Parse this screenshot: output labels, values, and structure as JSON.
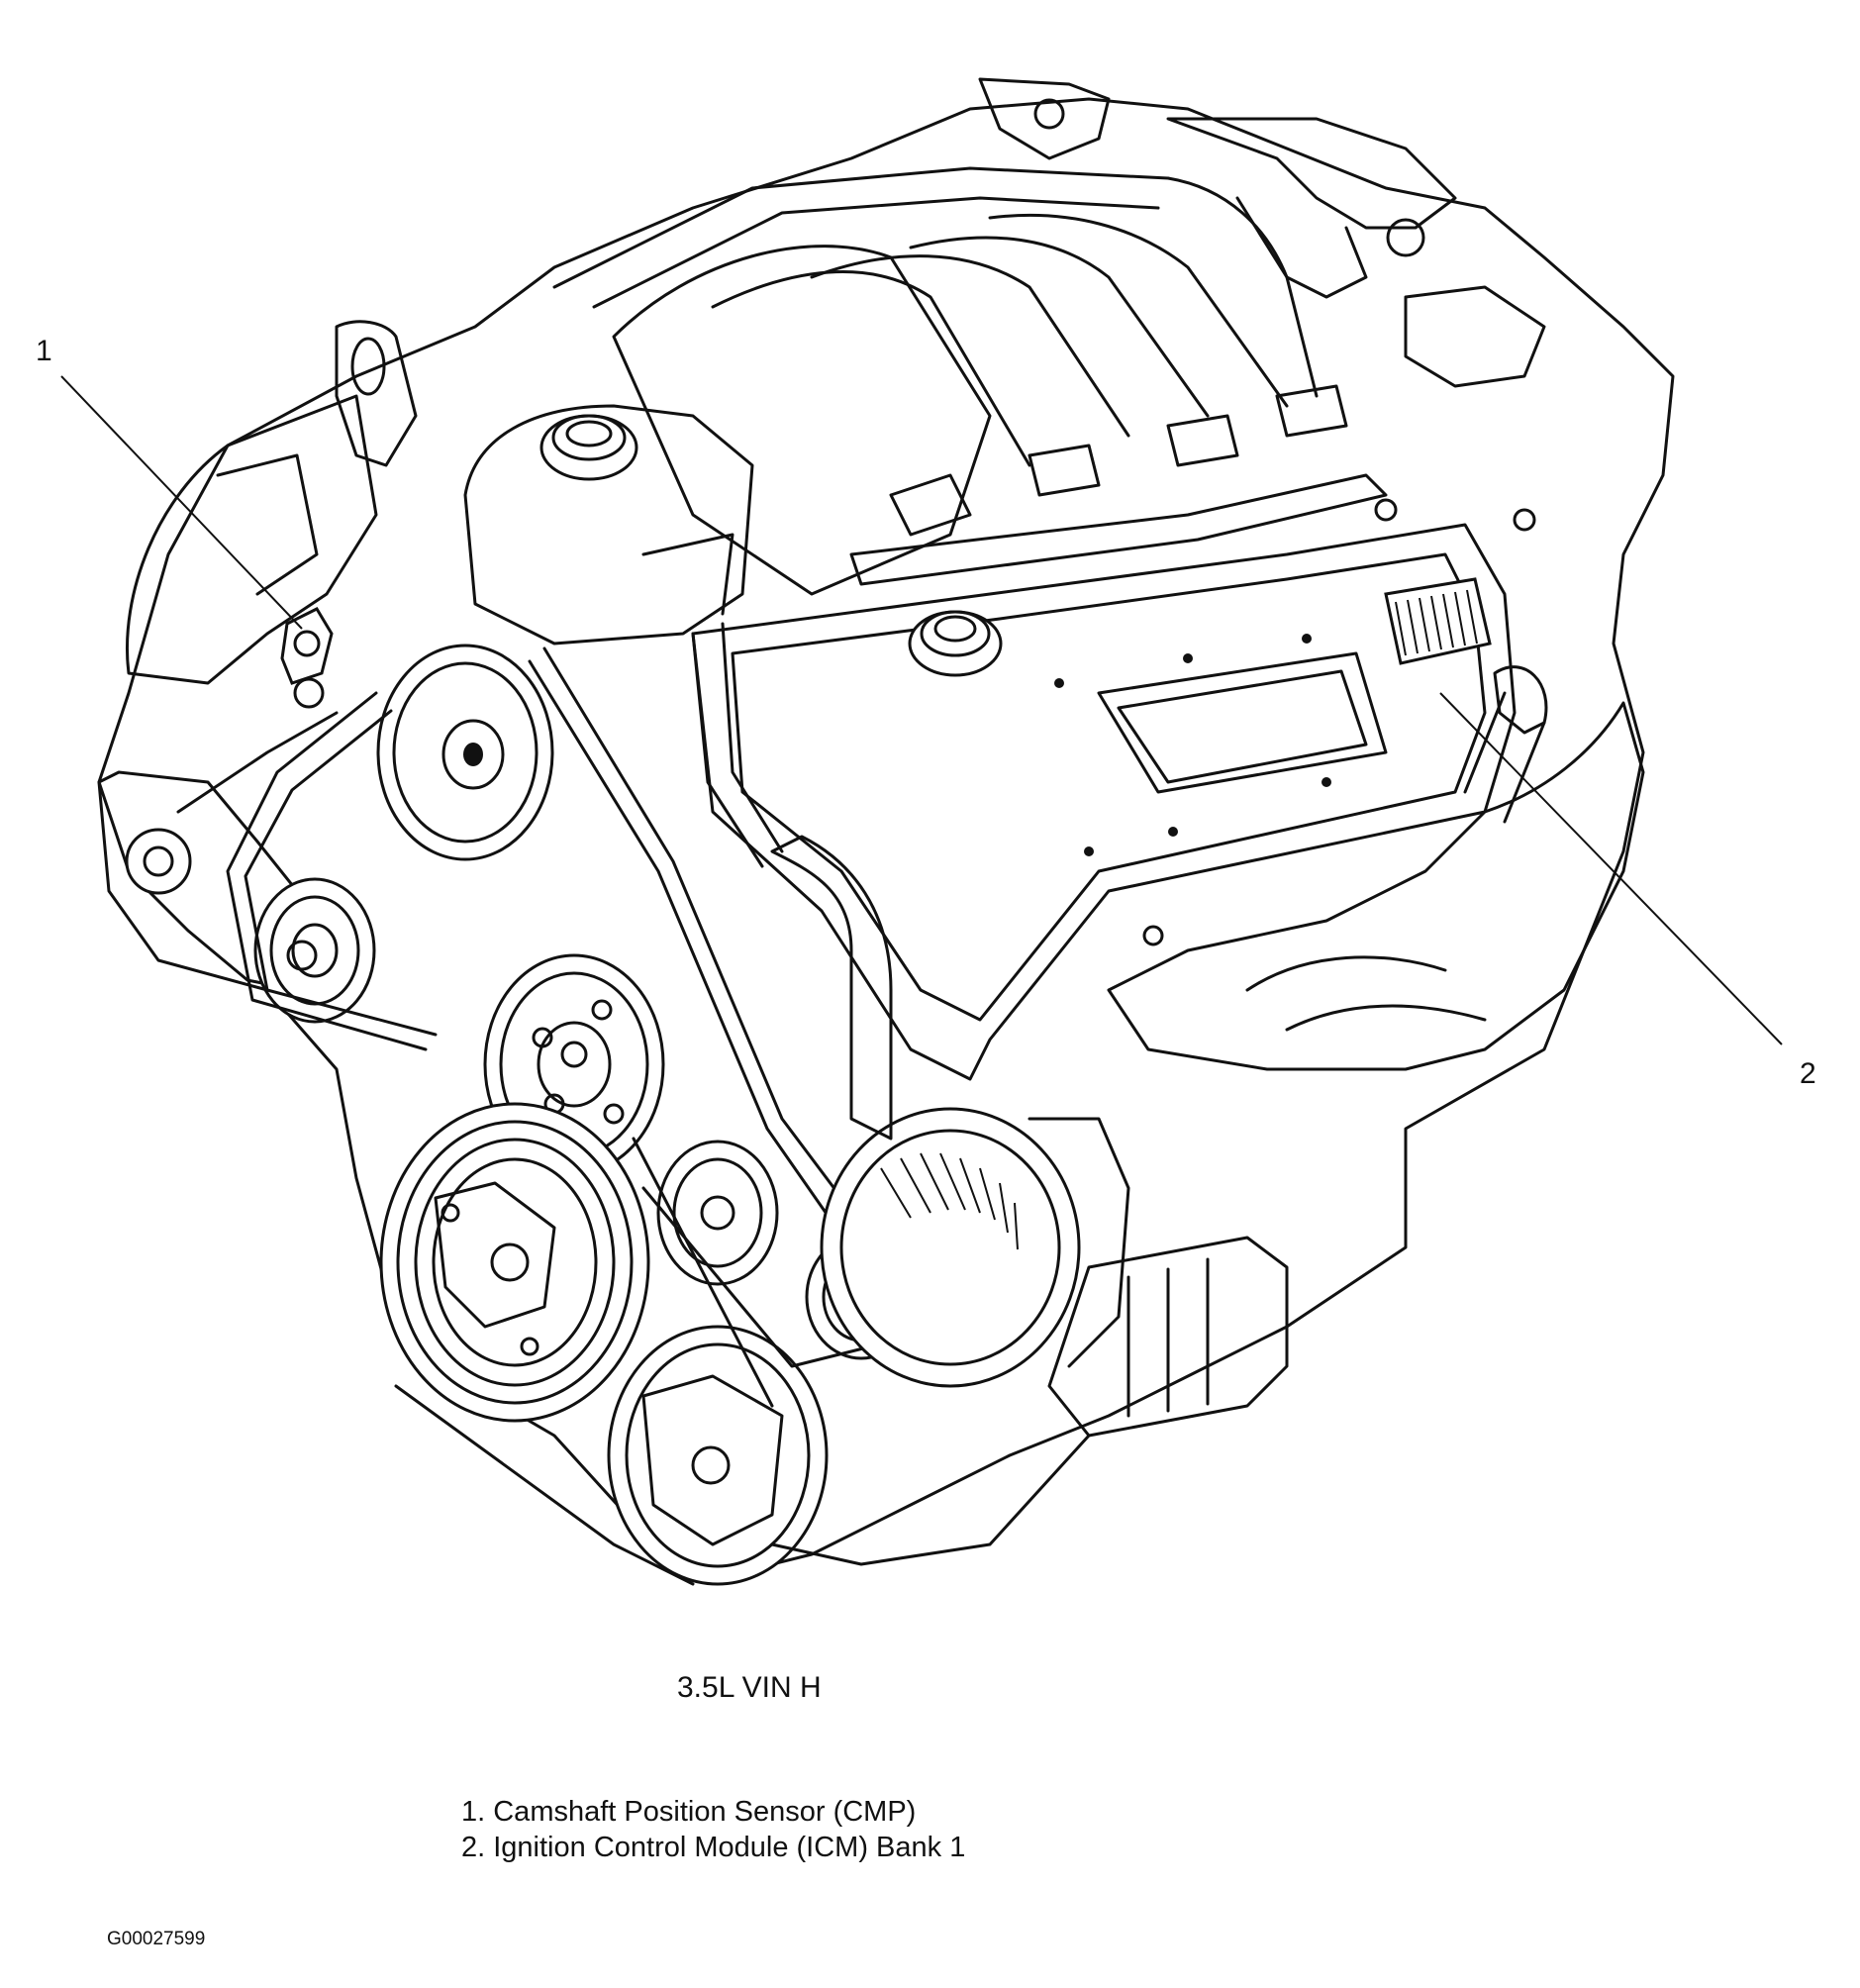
{
  "callouts": {
    "one": "1",
    "two": "2"
  },
  "caption": "3.5L VIN H",
  "legend": [
    "1. Camshaft Position Sensor (CMP)",
    "2. Ignition Control Module (ICM) Bank 1"
  ],
  "figure_id": "G00027599"
}
